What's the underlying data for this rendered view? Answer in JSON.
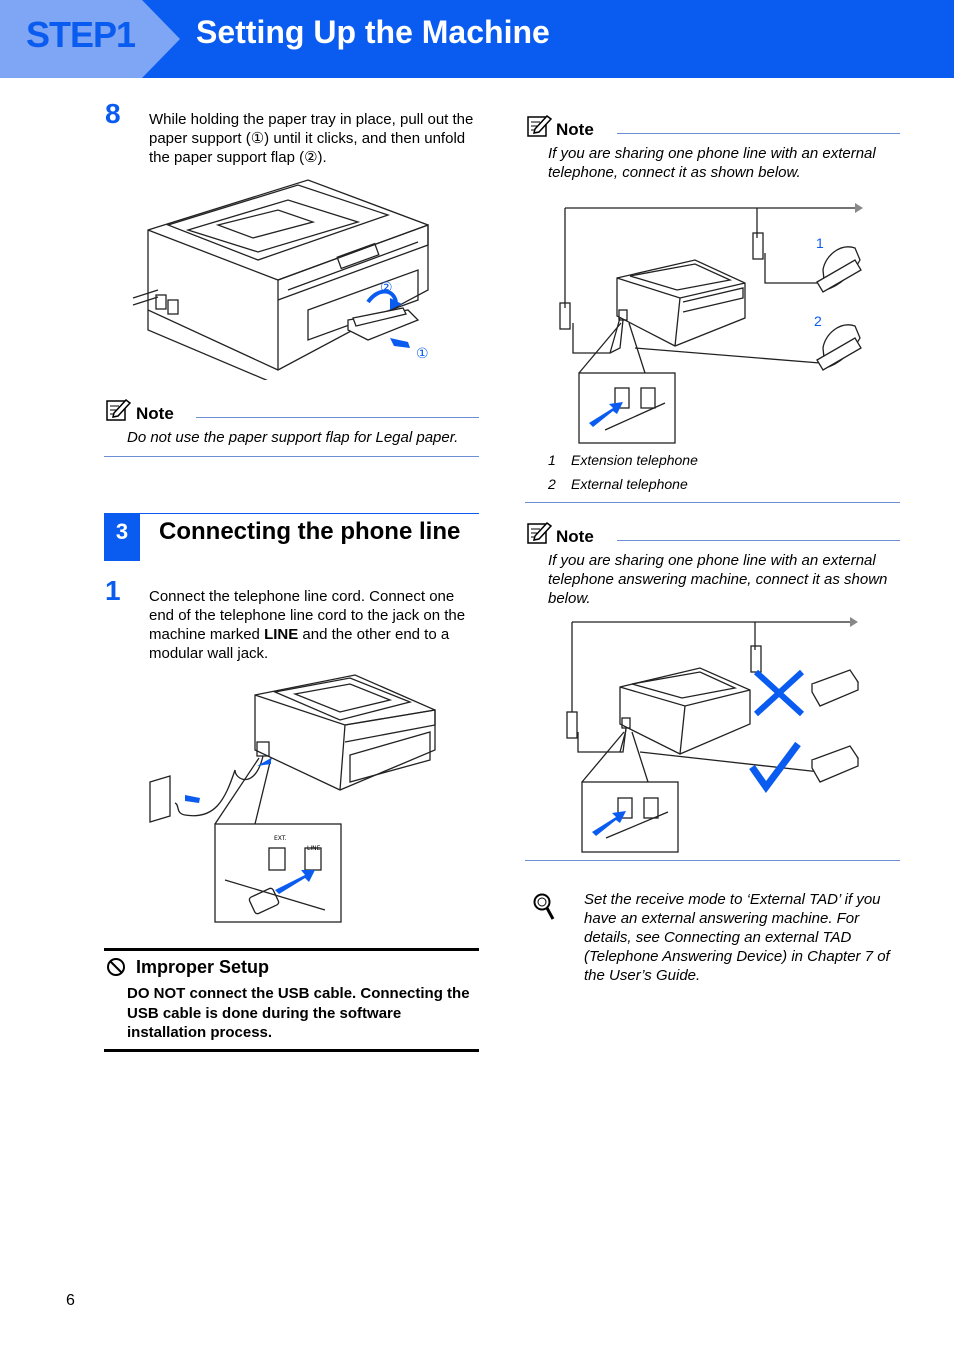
{
  "header": {
    "step": "STEP1",
    "title": "Setting Up the Machine"
  },
  "step8": {
    "number": "8",
    "text": "While holding the paper tray in place, pull out the paper support (①) until it clicks, and then unfold the paper support flap (②).",
    "callout1": "①",
    "callout2": "②"
  },
  "note1": {
    "heading": "Note",
    "text": "Do not use the paper support flap for Legal paper."
  },
  "section3": {
    "number": "3",
    "title": "Connecting the phone line"
  },
  "step1": {
    "number": "1",
    "text_a": "Connect the telephone line cord. Connect one end of the telephone line cord to the jack on the machine marked ",
    "text_bold": "LINE",
    "text_b": " and the other end to a modular wall jack.",
    "jack_ext": "EXT.",
    "jack_line": "LINE"
  },
  "improper": {
    "heading": "Improper Setup",
    "text": "DO NOT connect the USB cable. Connecting the USB cable is done during the software installation process."
  },
  "note2": {
    "heading": "Note",
    "text": "If you are sharing one phone line with an external telephone, connect it as shown below.",
    "callout1": "1",
    "callout2": "2",
    "legend": [
      {
        "num": "1",
        "label": "Extension telephone"
      },
      {
        "num": "2",
        "label": "External telephone"
      }
    ]
  },
  "note3": {
    "heading": "Note",
    "text": "If you are sharing one phone line with an external telephone answering machine, connect it as shown below."
  },
  "tip": {
    "text": "Set the receive mode to ‘External TAD’ if you have an external answering machine. For details, see Connecting an external TAD (Telephone Answering Device) in Chapter 7 of the User’s Guide."
  },
  "footer": {
    "page": "6"
  },
  "colors": {
    "brand": "#0a5cf0",
    "rule": "#6d8fd6"
  }
}
